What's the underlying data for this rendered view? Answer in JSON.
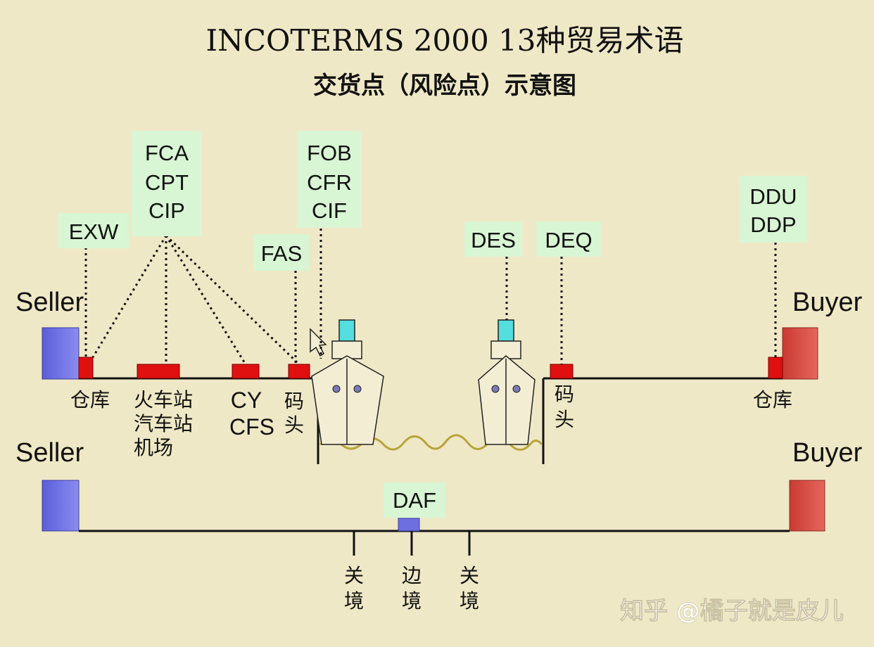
{
  "title": {
    "main": "INCOTERMS 2000 13种贸易术语",
    "sub": "交货点（风险点）示意图"
  },
  "parties": {
    "seller_top": "Seller",
    "buyer_top": "Buyer",
    "seller_bottom": "Seller",
    "buyer_bottom": "Buyer"
  },
  "terms": {
    "exw": "EXW",
    "fca": "FCA",
    "cpt": "CPT",
    "cip": "CIP",
    "fas": "FAS",
    "fob": "FOB",
    "cfr": "CFR",
    "cif": "CIF",
    "des": "DES",
    "deq": "DEQ",
    "ddu": "DDU",
    "ddp": "DDP",
    "daf": "DAF"
  },
  "locations": {
    "seller_warehouse": "仓库",
    "station_train": "火车站",
    "station_bus": "汽车站",
    "airport": "机场",
    "cy": "CY",
    "cfs": "CFS",
    "port_left_1": "码",
    "port_left_2": "头",
    "port_right_1": "码",
    "port_right_2": "头",
    "buyer_warehouse": "仓库",
    "customs_left_1": "关",
    "customs_left_2": "境",
    "border_1": "边",
    "border_2": "境",
    "customs_right_1": "关",
    "customs_right_2": "境"
  },
  "watermark": "知乎 @橘子就是皮儿",
  "colors": {
    "background": "#efe8c6",
    "label_box": "#d8f5d4",
    "delivery_point": "#e01010",
    "seller_box": "#6d6fe0",
    "buyer_box": "#d8483c",
    "ship_cabin": "#55dde0"
  }
}
